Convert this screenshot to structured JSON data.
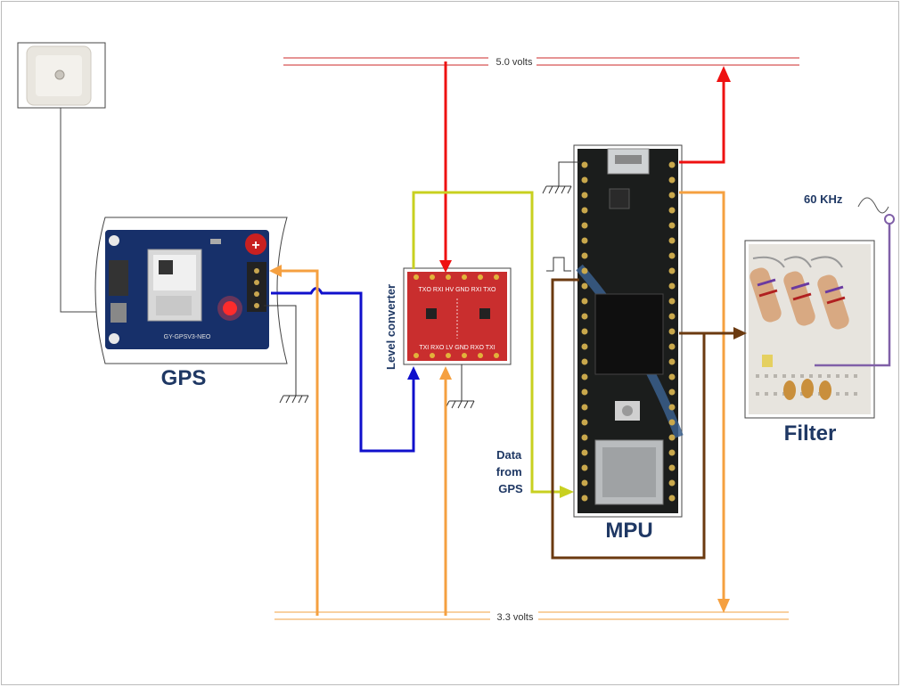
{
  "rails": {
    "top": "5.0 volts",
    "bottom": "3.3 volts"
  },
  "components": {
    "gps": "GPS",
    "level_converter": "Level converter",
    "mpu": "MPU",
    "filter": "Filter"
  },
  "annotations": {
    "signal_freq": "60 KHz",
    "data_line1": "Data",
    "data_line2": "from",
    "data_line3": "GPS"
  },
  "gps_module_silkscreen": "GY-GPSV3-NEO",
  "level_converter_pins_top": "TXO RXI HV GND RXI TXO",
  "level_converter_pins_bottom": "TXI RXO LV GND RXO TXI",
  "colors": {
    "five_volt": "#ee1111",
    "three_volt": "#f5a040",
    "gps_tx": "#1010cc",
    "gps_rx": "#c8d020",
    "ground": "#333333",
    "filter_signal": "#8060a8",
    "pps": "#6b3a10"
  }
}
